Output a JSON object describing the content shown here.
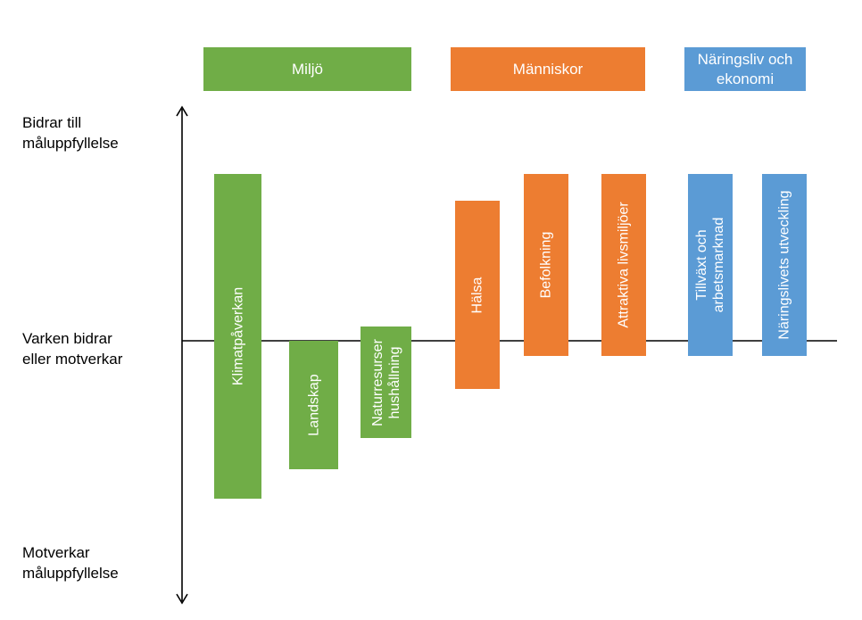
{
  "colors": {
    "miljo": "#70ad47",
    "manniskor": "#ed7d31",
    "naringsliv": "#5b9bd5",
    "axis": "#000000"
  },
  "headers": {
    "miljo": "Miljö",
    "manniskor": "Människor",
    "naringsliv_line1": "Näringsliv och",
    "naringsliv_line2": "ekonomi"
  },
  "axis_labels": {
    "top_line1": "Bidrar till",
    "top_line2": "måluppfyllelse",
    "middle_line1": "Varken bidrar",
    "middle_line2": "eller motverkar",
    "bottom_line1": "Motverkar",
    "bottom_line2": "måluppfyllelse"
  },
  "bars": {
    "klimat": "Klimatpåverkan",
    "landskap": "Landskap",
    "natur_line1": "Naturresurser",
    "natur_line2": "hushållning",
    "halsa": "Hälsa",
    "befolkning": "Befolkning",
    "attraktiva": "Attraktiva livsmiljöer",
    "tillvaxt_line1": "Tillväxt och",
    "tillvaxt_line2": "arbetsmarknad",
    "naringslivets": "Näringslivets utveckling"
  }
}
